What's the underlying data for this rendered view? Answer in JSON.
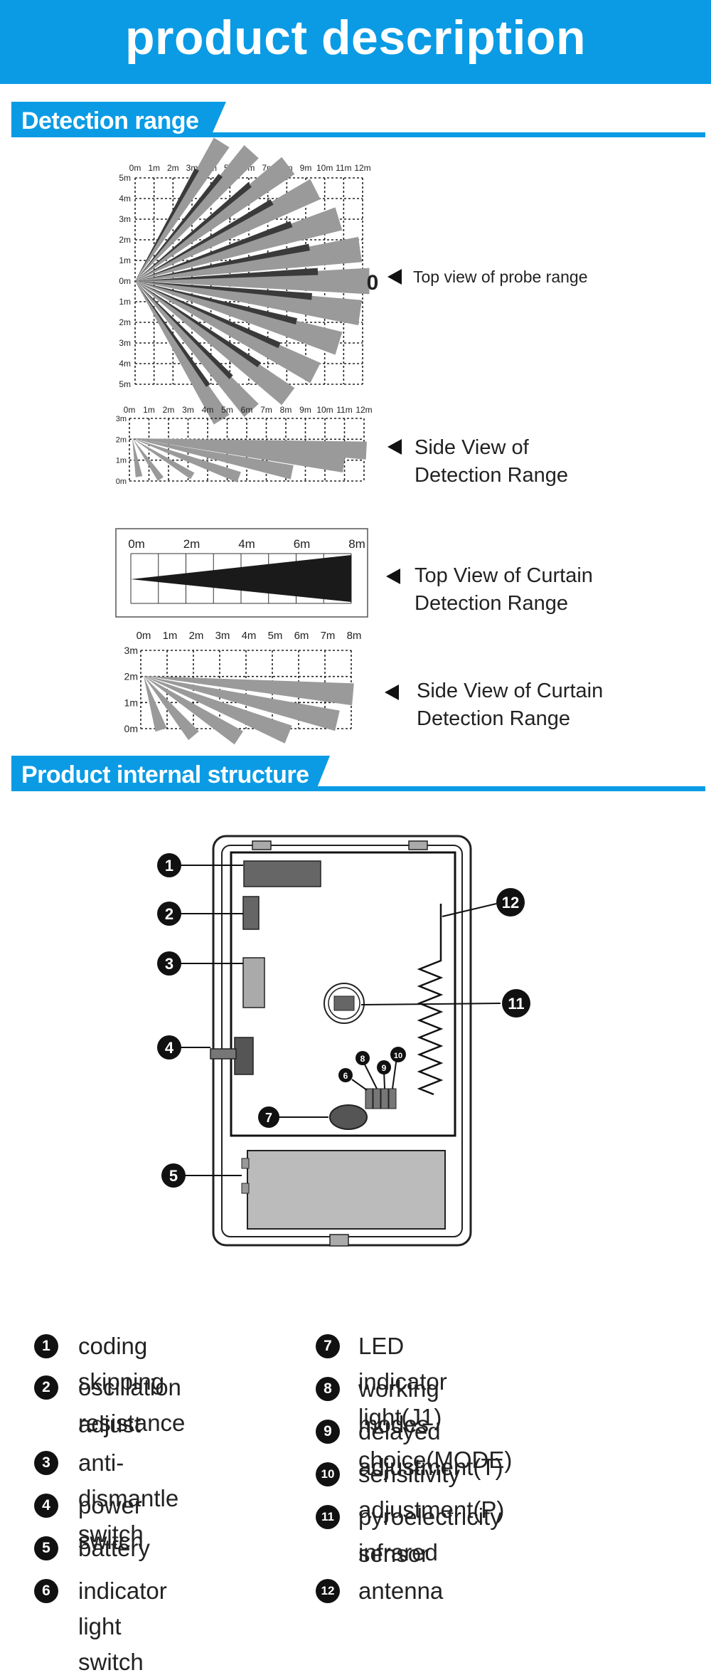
{
  "banner": {
    "title": "product description"
  },
  "sections": {
    "detection": "Detection range",
    "structure": "Product internal structure"
  },
  "diagrams": {
    "top_view": {
      "label": "Top view of probe range",
      "x_ticks": [
        "0m",
        "1m",
        "2m",
        "3m",
        "4m",
        "5m",
        "6m",
        "7m",
        "8m",
        "9m",
        "10m",
        "11m",
        "12m"
      ],
      "y_ticks": [
        "5m",
        "4m",
        "3m",
        "2m",
        "1m",
        "0m",
        "1m",
        "2m",
        "3m",
        "4m",
        "5m"
      ],
      "origin_mark": "0"
    },
    "side_view": {
      "label_line1": "Side View of",
      "label_line2": "Detection Range",
      "x_ticks": [
        "0m",
        "1m",
        "2m",
        "3m",
        "4m",
        "5m",
        "6m",
        "7m",
        "8m",
        "9m",
        "10m",
        "11m",
        "12m"
      ],
      "y_ticks": [
        "3m",
        "2m",
        "1m",
        "0m"
      ]
    },
    "curtain_top": {
      "label_line1": "Top View of Curtain",
      "label_line2": "Detection Range",
      "x_ticks": [
        "0m",
        "2m",
        "4m",
        "6m",
        "8m"
      ]
    },
    "curtain_side": {
      "label_line1": "Side View of Curtain",
      "label_line2": "Detection Range",
      "x_ticks": [
        "0m",
        "1m",
        "2m",
        "3m",
        "4m",
        "5m",
        "6m",
        "7m",
        "8m"
      ],
      "y_ticks": [
        "3m",
        "2m",
        "1m",
        "0m"
      ]
    }
  },
  "structure_callouts": [
    "1",
    "2",
    "3",
    "4",
    "5",
    "6",
    "7",
    "8",
    "9",
    "10",
    "11",
    "12"
  ],
  "legend": {
    "left": [
      {
        "num": "1",
        "lines": [
          "coding skipping"
        ]
      },
      {
        "num": "2",
        "lines": [
          "oscillation resistance",
          "adjust"
        ]
      },
      {
        "num": "3",
        "lines": [
          "anti-dismantle switch"
        ]
      },
      {
        "num": "4",
        "lines": [
          "power switch"
        ]
      },
      {
        "num": "5",
        "lines": [
          "battery"
        ]
      },
      {
        "num": "6",
        "lines": [
          "indicator light switch"
        ]
      }
    ],
    "right": [
      {
        "num": "7",
        "lines": [
          "LED indicator light(J1)"
        ]
      },
      {
        "num": "8",
        "lines": [
          "working modes choice(MODE)"
        ]
      },
      {
        "num": "9",
        "lines": [
          "delayed adjustment(T)"
        ]
      },
      {
        "num": "10",
        "lines": [
          "sensitivity adjustment(P)"
        ]
      },
      {
        "num": "11",
        "lines": [
          "pyroelectricity infrared",
          "sensor"
        ]
      },
      {
        "num": "12",
        "lines": [
          "antenna"
        ]
      }
    ]
  },
  "colors": {
    "brand": "#0a9be4",
    "beam_light": "#9a9a9a",
    "beam_dark": "#3a3a3a",
    "curtain": "#1a1a1a"
  }
}
